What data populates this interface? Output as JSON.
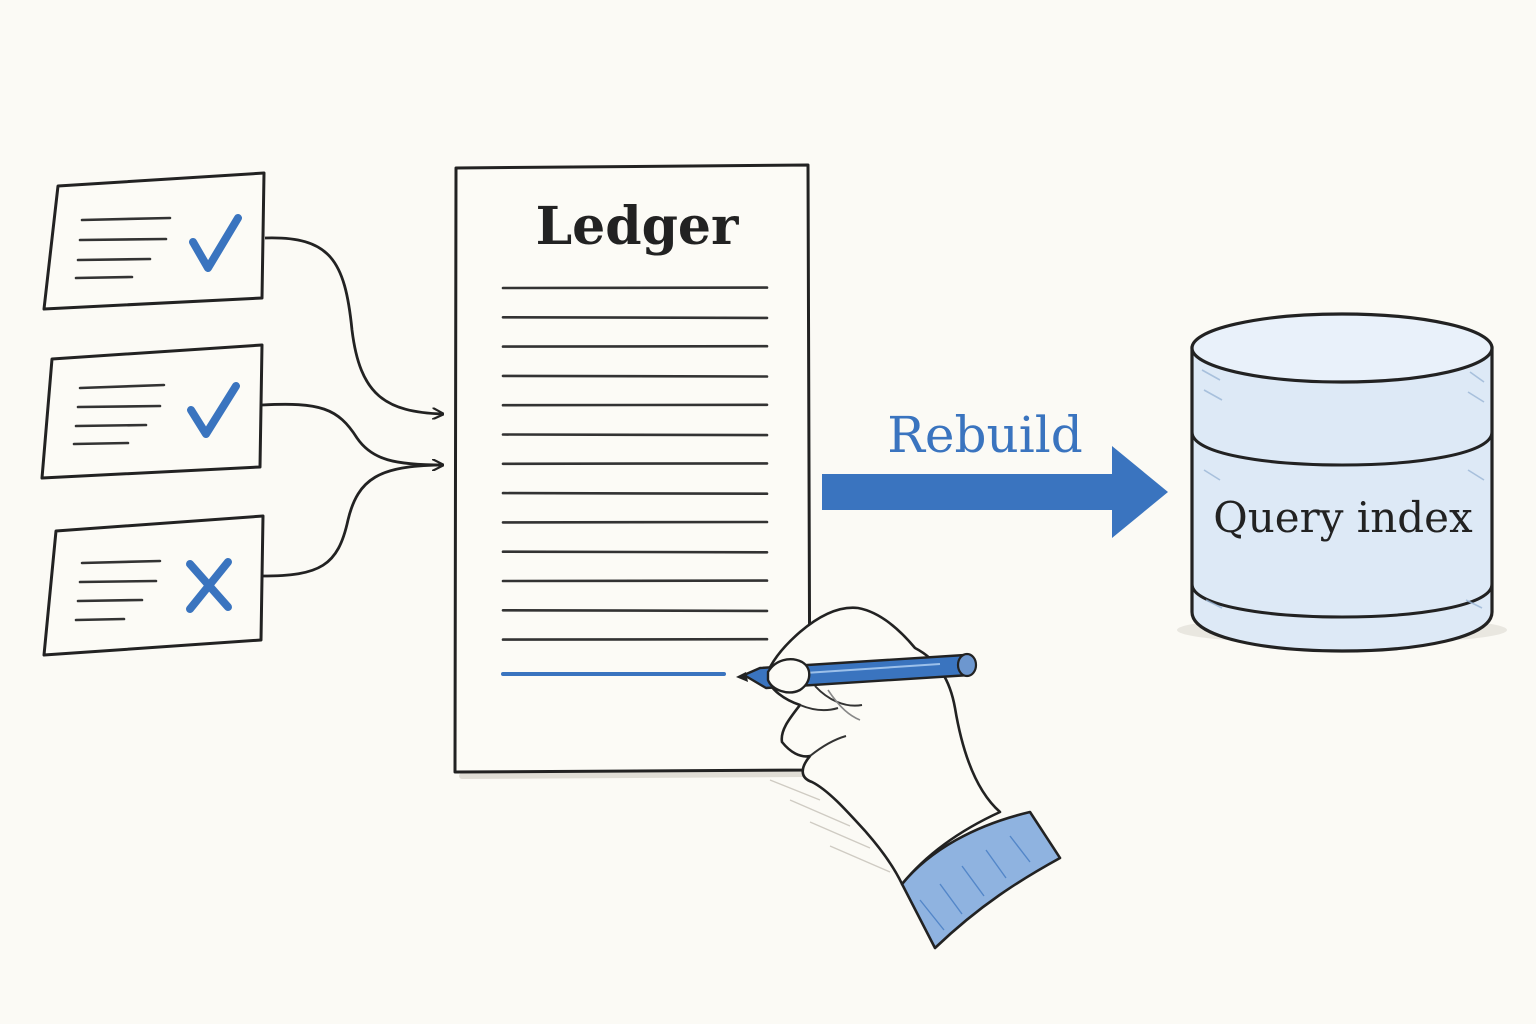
{
  "diagram": {
    "ledger": {
      "title": "Ledger"
    },
    "arrow": {
      "label": "Rebuild"
    },
    "database": {
      "label": "Query index"
    },
    "cards": [
      {
        "status": "accepted",
        "mark": "check-icon"
      },
      {
        "status": "accepted",
        "mark": "check-icon"
      },
      {
        "status": "rejected",
        "mark": "cross-icon"
      }
    ],
    "colors": {
      "ink": "#222222",
      "accent": "#3a74bf",
      "paper": "#fcfbf6",
      "db_fill": "#dde9f6",
      "sleeve": "#8fb3e0"
    }
  }
}
